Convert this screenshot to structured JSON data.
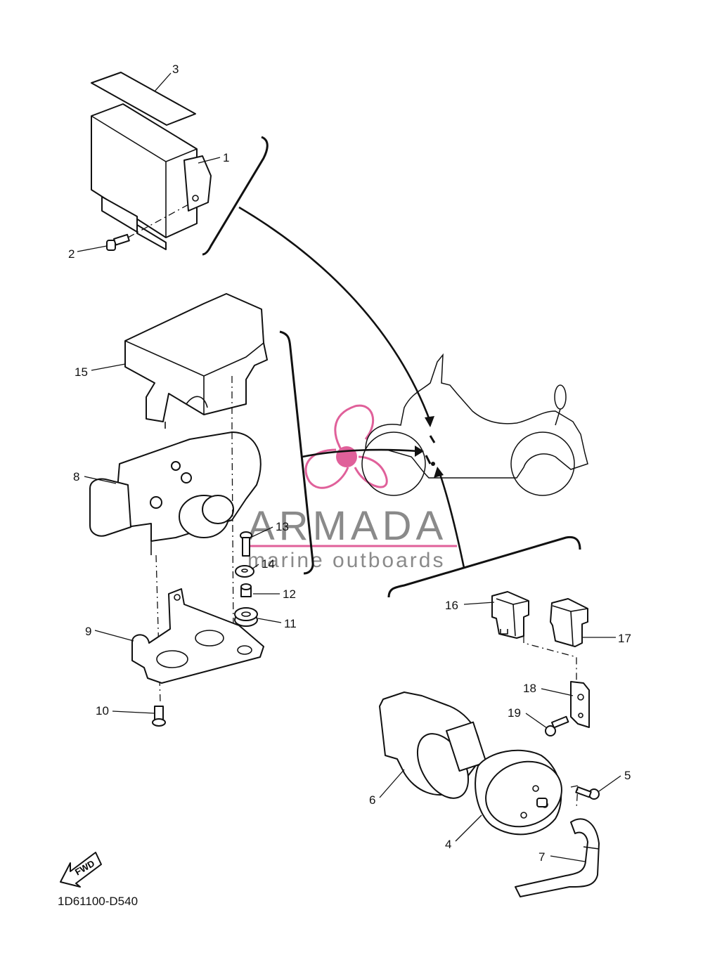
{
  "diagram": {
    "drawing_code": "1D61100-D540",
    "fwd_label": "FWD",
    "watermark": {
      "brand": "ARMADA",
      "tagline": "marine outboards",
      "accent_color": "#e0609a"
    },
    "callouts": [
      {
        "id": "1",
        "label": "1"
      },
      {
        "id": "2",
        "label": "2"
      },
      {
        "id": "3",
        "label": "3"
      },
      {
        "id": "4",
        "label": "4"
      },
      {
        "id": "5",
        "label": "5"
      },
      {
        "id": "6",
        "label": "6"
      },
      {
        "id": "7",
        "label": "7"
      },
      {
        "id": "8",
        "label": "8"
      },
      {
        "id": "9",
        "label": "9"
      },
      {
        "id": "10",
        "label": "10"
      },
      {
        "id": "11",
        "label": "11"
      },
      {
        "id": "12",
        "label": "12"
      },
      {
        "id": "13",
        "label": "13"
      },
      {
        "id": "14",
        "label": "14"
      },
      {
        "id": "15",
        "label": "15"
      },
      {
        "id": "16",
        "label": "16"
      },
      {
        "id": "17",
        "label": "17"
      },
      {
        "id": "18",
        "label": "18"
      },
      {
        "id": "19",
        "label": "19"
      }
    ]
  }
}
